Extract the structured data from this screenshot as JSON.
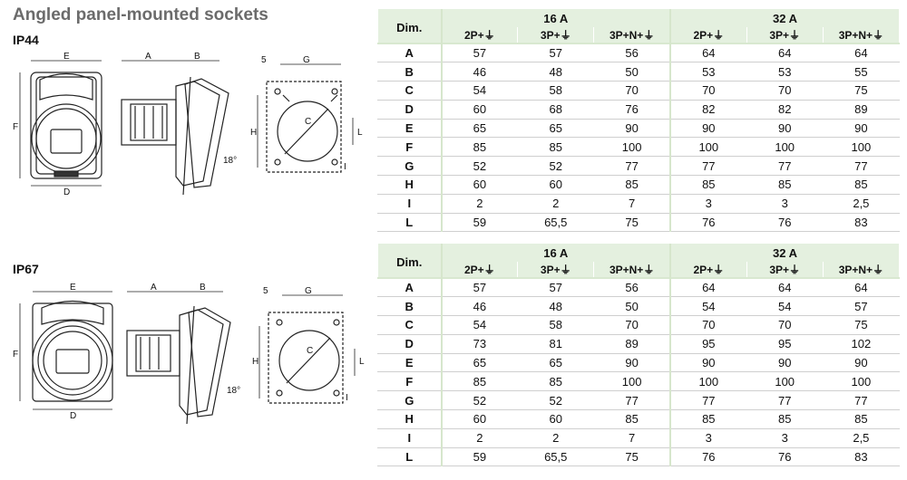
{
  "page": {
    "title": "Angled panel-mounted sockets"
  },
  "colors": {
    "header_bg": "#e4f0df",
    "title_gray": "#6b6b6b"
  },
  "drawing_labels": {
    "E": "E",
    "A": "A",
    "B": "B",
    "F": "F",
    "D": "D",
    "G": "G",
    "H": "H",
    "L": "L",
    "I": "I",
    "C": "C",
    "five": "5",
    "angle": "18°"
  },
  "sections": [
    {
      "label": "IP44",
      "table": {
        "dim_header": "Dim.",
        "groups": [
          "16 A",
          "32 A"
        ],
        "columns": [
          "2P+⏚",
          "3P+⏚",
          "3P+N+⏚",
          "2P+⏚",
          "3P+⏚",
          "3P+N+⏚"
        ],
        "rows": [
          {
            "dim": "A",
            "values": [
              "57",
              "57",
              "56",
              "64",
              "64",
              "64"
            ]
          },
          {
            "dim": "B",
            "values": [
              "46",
              "48",
              "50",
              "53",
              "53",
              "55"
            ]
          },
          {
            "dim": "C",
            "values": [
              "54",
              "58",
              "70",
              "70",
              "70",
              "75"
            ]
          },
          {
            "dim": "D",
            "values": [
              "60",
              "68",
              "76",
              "82",
              "82",
              "89"
            ]
          },
          {
            "dim": "E",
            "values": [
              "65",
              "65",
              "90",
              "90",
              "90",
              "90"
            ]
          },
          {
            "dim": "F",
            "values": [
              "85",
              "85",
              "100",
              "100",
              "100",
              "100"
            ]
          },
          {
            "dim": "G",
            "values": [
              "52",
              "52",
              "77",
              "77",
              "77",
              "77"
            ]
          },
          {
            "dim": "H",
            "values": [
              "60",
              "60",
              "85",
              "85",
              "85",
              "85"
            ]
          },
          {
            "dim": "I",
            "values": [
              "2",
              "2",
              "7",
              "3",
              "3",
              "2,5"
            ]
          },
          {
            "dim": "L",
            "values": [
              "59",
              "65,5",
              "75",
              "76",
              "76",
              "83"
            ]
          }
        ]
      }
    },
    {
      "label": "IP67",
      "table": {
        "dim_header": "Dim.",
        "groups": [
          "16 A",
          "32 A"
        ],
        "columns": [
          "2P+⏚",
          "3P+⏚",
          "3P+N+⏚",
          "2P+⏚",
          "3P+⏚",
          "3P+N+⏚"
        ],
        "rows": [
          {
            "dim": "A",
            "values": [
              "57",
              "57",
              "56",
              "64",
              "64",
              "64"
            ]
          },
          {
            "dim": "B",
            "values": [
              "46",
              "48",
              "50",
              "54",
              "54",
              "57"
            ]
          },
          {
            "dim": "C",
            "values": [
              "54",
              "58",
              "70",
              "70",
              "70",
              "75"
            ]
          },
          {
            "dim": "D",
            "values": [
              "73",
              "81",
              "89",
              "95",
              "95",
              "102"
            ]
          },
          {
            "dim": "E",
            "values": [
              "65",
              "65",
              "90",
              "90",
              "90",
              "90"
            ]
          },
          {
            "dim": "F",
            "values": [
              "85",
              "85",
              "100",
              "100",
              "100",
              "100"
            ]
          },
          {
            "dim": "G",
            "values": [
              "52",
              "52",
              "77",
              "77",
              "77",
              "77"
            ]
          },
          {
            "dim": "H",
            "values": [
              "60",
              "60",
              "85",
              "85",
              "85",
              "85"
            ]
          },
          {
            "dim": "I",
            "values": [
              "2",
              "2",
              "7",
              "3",
              "3",
              "2,5"
            ]
          },
          {
            "dim": "L",
            "values": [
              "59",
              "65,5",
              "75",
              "76",
              "76",
              "83"
            ]
          }
        ]
      }
    }
  ]
}
